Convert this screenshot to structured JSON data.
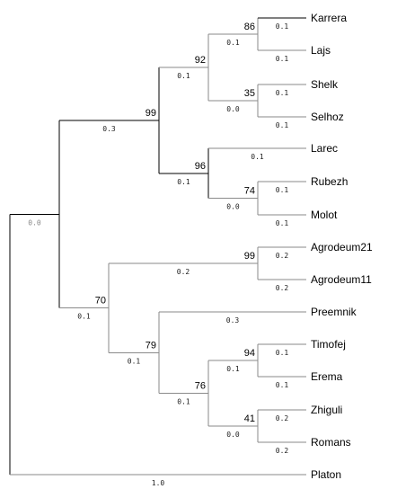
{
  "tree": {
    "leaves": [
      "Karrera",
      "Lajs",
      "Shelk",
      "Selhoz",
      "Larec",
      "Rubezh",
      "Molot",
      "Agrodeum21",
      "Agrodeum11",
      "Preemnik",
      "Timofej",
      "Erema",
      "Zhiguli",
      "Romans",
      "Platon"
    ],
    "nodes": [
      {
        "id": "n_root",
        "support": "",
        "children": [
          "n_big",
          "Platon"
        ],
        "lengths": [
          "0.0",
          "1.0"
        ]
      },
      {
        "id": "n_big",
        "support": "",
        "children": [
          "n99a",
          "n70"
        ],
        "lengths": [
          "0.3",
          "0.1"
        ]
      },
      {
        "id": "n99a",
        "support": "99",
        "children": [
          "n92",
          "n96"
        ],
        "lengths": [
          "0.1",
          "0.1"
        ]
      },
      {
        "id": "n92",
        "support": "92",
        "children": [
          "n86",
          "n35"
        ],
        "lengths": [
          "0.1",
          "0.0"
        ]
      },
      {
        "id": "n86",
        "support": "86",
        "children": [
          "Karrera",
          "Lajs"
        ],
        "lengths": [
          "0.1",
          "0.1"
        ]
      },
      {
        "id": "n35",
        "support": "35",
        "children": [
          "Shelk",
          "Selhoz"
        ],
        "lengths": [
          "0.1",
          "0.1"
        ]
      },
      {
        "id": "n96",
        "support": "96",
        "children": [
          "Larec",
          "n74"
        ],
        "lengths": [
          "0.1",
          "0.0"
        ]
      },
      {
        "id": "n74",
        "support": "74",
        "children": [
          "Rubezh",
          "Molot"
        ],
        "lengths": [
          "0.1",
          "0.1"
        ]
      },
      {
        "id": "n70",
        "support": "70",
        "children": [
          "n99b",
          "n79"
        ],
        "lengths": [
          "0.2",
          "0.1"
        ]
      },
      {
        "id": "n99b",
        "support": "99",
        "children": [
          "Agrodeum21",
          "Agrodeum11"
        ],
        "lengths": [
          "0.2",
          "0.2"
        ]
      },
      {
        "id": "n79",
        "support": "79",
        "children": [
          "Preemnik",
          "n76"
        ],
        "lengths": [
          "0.3",
          "0.1"
        ]
      },
      {
        "id": "n76",
        "support": "76",
        "children": [
          "n94",
          "n41"
        ],
        "lengths": [
          "0.1",
          "0.0"
        ]
      },
      {
        "id": "n94",
        "support": "94",
        "children": [
          "Timofej",
          "Erema"
        ],
        "lengths": [
          "0.1",
          "0.1"
        ]
      },
      {
        "id": "n41",
        "support": "41",
        "children": [
          "Zhiguli",
          "Romans"
        ],
        "lengths": [
          "0.2",
          "0.2"
        ]
      }
    ],
    "colors": {
      "thick": "#000000",
      "thin": "#8a8a8a",
      "length_grey": "#888888"
    }
  }
}
